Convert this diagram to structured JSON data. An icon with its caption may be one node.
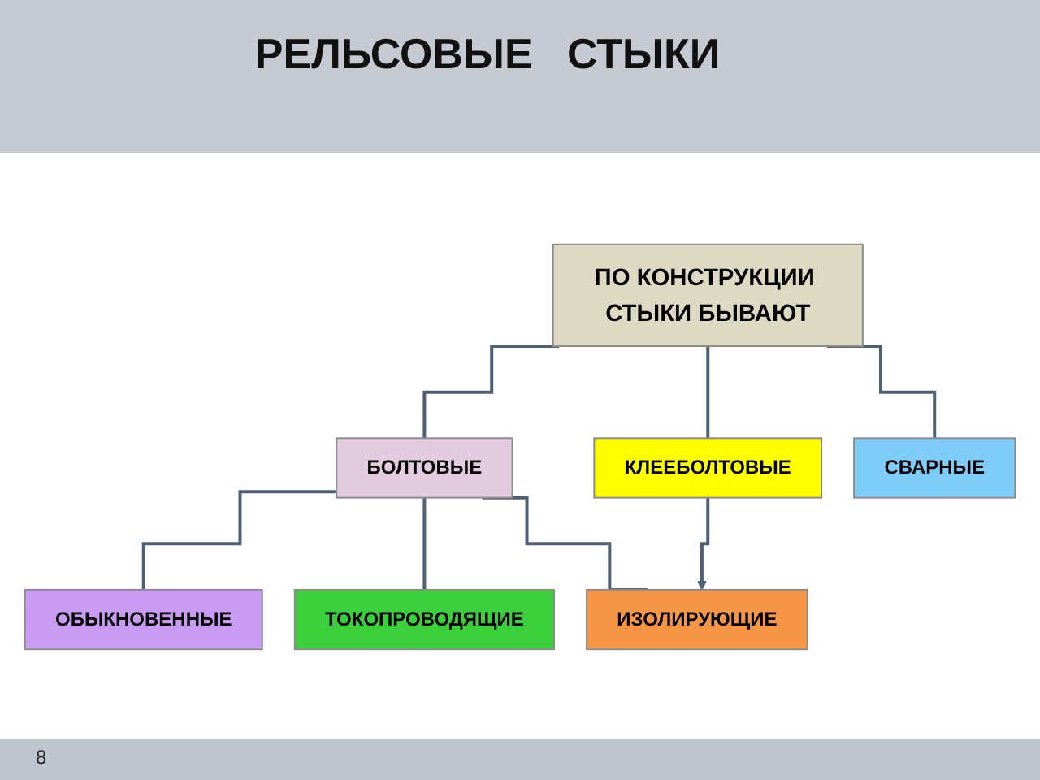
{
  "diagram": {
    "title": "РЕЛЬСОВЫЕ СТЫКИ",
    "nodes": [
      {
        "text": [
          "ПО КОНСТРУКЦИИ СТЫКИ БЫВАЮТ"
        ]
      },
      {
        "text": [
          "БОЛТОВЫЕ"
        ]
      },
      {
        "text": [
          "КЛЕЕБОЛТОВЫЕ"
        ]
      },
      {
        "text": [
          "СВАРНЫЕ"
        ]
      },
      {
        "text": [
          "ОБЫКНОВЕННЫЕ"
        ]
      },
      {
        "text": [
          "ТОКОПРОВОДЯЩИЕ"
        ]
      },
      {
        "text": [
          "ИЗОЛИРУЮЩИЕ"
        ]
      }
    ],
    "edges": [
      {
        "from": 0,
        "to": 1,
        "arrow": "none"
      },
      {
        "from": 0,
        "to": 2,
        "arrow": "none"
      },
      {
        "from": 0,
        "to": 3,
        "arrow": "none"
      },
      {
        "from": 1,
        "to": 4,
        "arrow": "none"
      },
      {
        "from": 1,
        "to": 5,
        "arrow": "none"
      },
      {
        "from": 1,
        "to": 6,
        "arrow": "none"
      },
      {
        "from": 2,
        "to": 6,
        "arrow": "to"
      }
    ],
    "labels": [
      "8"
    ]
  }
}
